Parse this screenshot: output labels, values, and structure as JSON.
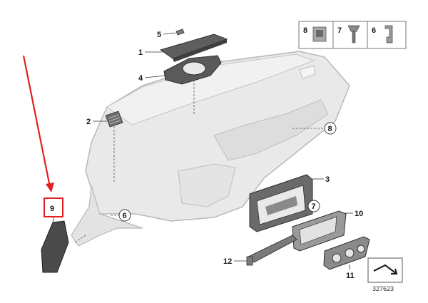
{
  "diagram_number": "327623",
  "highlight_color": "#e02020",
  "legend": [
    {
      "number": "8",
      "icon": "clip-nut-icon"
    },
    {
      "number": "7",
      "icon": "screw-icon"
    },
    {
      "number": "6",
      "icon": "bracket-clip-icon"
    }
  ],
  "callouts": {
    "c1": "1",
    "c2": "2",
    "c3": "3",
    "c4": "4",
    "c5": "5",
    "c6": "6",
    "c7": "7",
    "c8": "8",
    "c9": "9",
    "c10": "10",
    "c11": "11",
    "c12": "12"
  }
}
